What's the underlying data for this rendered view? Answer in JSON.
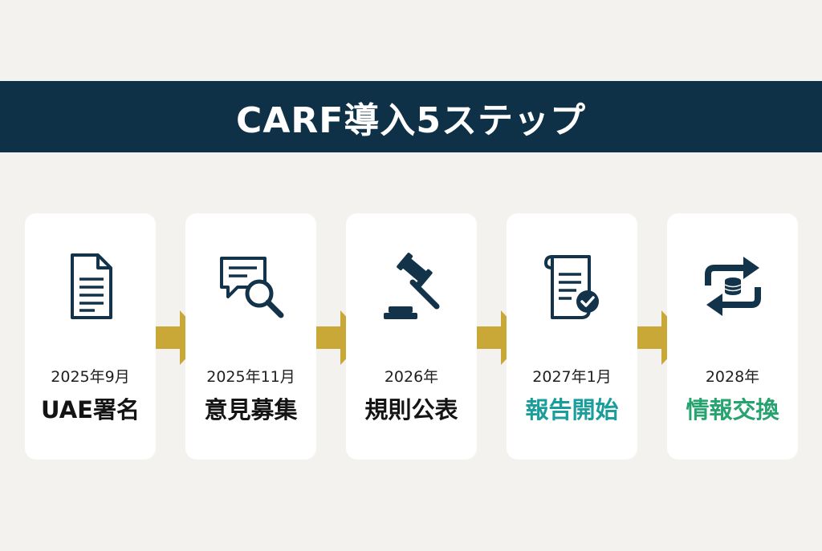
{
  "banner": {
    "title": "CARF導入5ステップ"
  },
  "colors": {
    "banner_bg": "#0f3147",
    "icon": "#12334a",
    "arrow": "#c9a838",
    "teal": "#1a9e9c",
    "green": "#27a36f"
  },
  "steps": [
    {
      "date": "2025年9月",
      "label": "UAE署名",
      "icon": "document-icon"
    },
    {
      "date": "2025年11月",
      "label": "意見募集",
      "icon": "consultation-search-icon"
    },
    {
      "date": "2026年",
      "label": "規則公表",
      "icon": "gavel-icon"
    },
    {
      "date": "2027年1月",
      "label": "報告開始",
      "icon": "report-check-icon"
    },
    {
      "date": "2028年",
      "label": "情報交換",
      "icon": "exchange-icon"
    }
  ]
}
